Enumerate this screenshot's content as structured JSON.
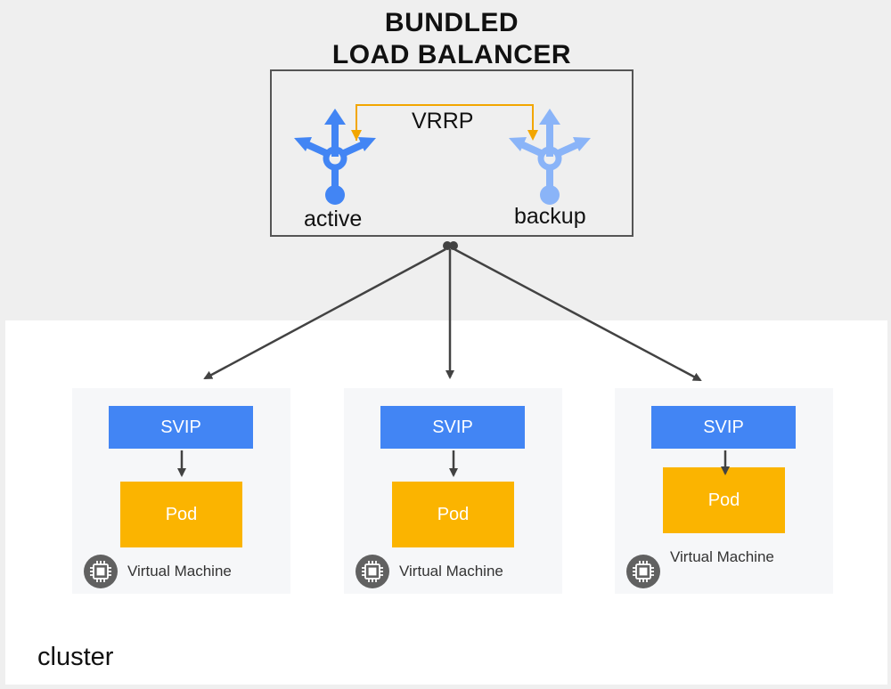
{
  "title": {
    "line1": "BUNDLED",
    "line2": "LOAD BALANCER"
  },
  "load_balancer": {
    "protocol_label": "VRRP",
    "active_label": "active",
    "backup_label": "backup",
    "active_color": "#4285f4",
    "backup_color": "#8ab4f8",
    "vrrp_arrow_color": "#f2a600"
  },
  "cluster": {
    "label": "cluster",
    "nodes": [
      {
        "svip_label": "SVIP",
        "pod_label": "Pod",
        "vm_label": "Virtual Machine"
      },
      {
        "svip_label": "SVIP",
        "pod_label": "Pod",
        "vm_label": "Virtual Machine"
      },
      {
        "svip_label": "SVIP",
        "pod_label": "Pod",
        "vm_label": "Virtual Machine"
      }
    ]
  },
  "colors": {
    "svip": "#4285f4",
    "pod": "#fbb400",
    "chip_icon_bg": "#616161",
    "connector": "#424242"
  },
  "icons": {
    "router": "router-arrows-icon",
    "vm": "cpu-chip-icon"
  }
}
